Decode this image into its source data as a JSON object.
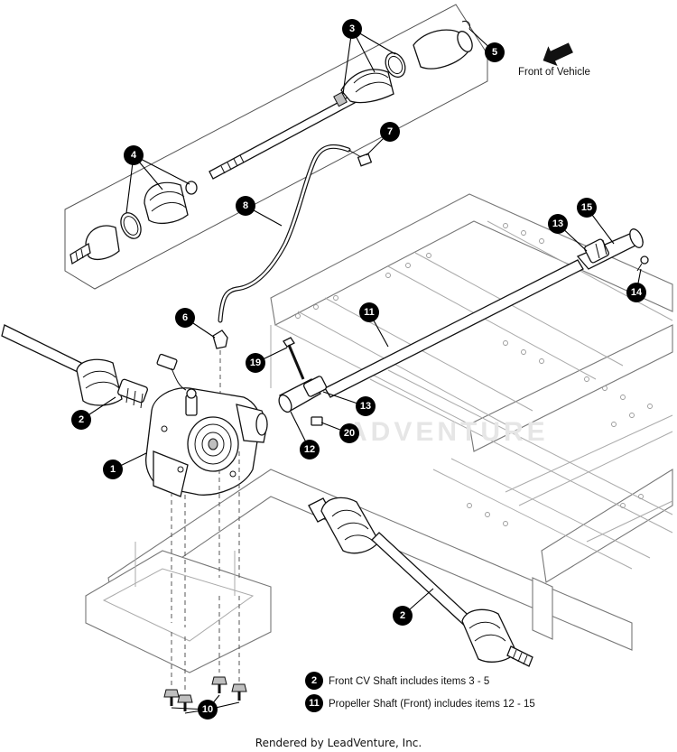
{
  "diagram": {
    "direction_label": "Front of Vehicle",
    "watermark": "ADVENTURE",
    "callouts": [
      {
        "id": "c1",
        "label": "1"
      },
      {
        "id": "c2a",
        "label": "2"
      },
      {
        "id": "c2b",
        "label": "2"
      },
      {
        "id": "c3",
        "label": "3"
      },
      {
        "id": "c4",
        "label": "4"
      },
      {
        "id": "c5",
        "label": "5"
      },
      {
        "id": "c6",
        "label": "6"
      },
      {
        "id": "c7",
        "label": "7"
      },
      {
        "id": "c8",
        "label": "8"
      },
      {
        "id": "c10",
        "label": "10"
      },
      {
        "id": "c11",
        "label": "11"
      },
      {
        "id": "c12",
        "label": "12"
      },
      {
        "id": "c13a",
        "label": "13"
      },
      {
        "id": "c13b",
        "label": "13"
      },
      {
        "id": "c14",
        "label": "14"
      },
      {
        "id": "c15",
        "label": "15"
      },
      {
        "id": "c19",
        "label": "19"
      },
      {
        "id": "c20",
        "label": "20"
      }
    ],
    "notes": [
      {
        "label": "2",
        "text": "Front CV Shaft includes items 3 - 5"
      },
      {
        "label": "11",
        "text": "Propeller Shaft (Front) includes items 12 - 15"
      }
    ],
    "footer": "Rendered by LeadVenture, Inc."
  }
}
